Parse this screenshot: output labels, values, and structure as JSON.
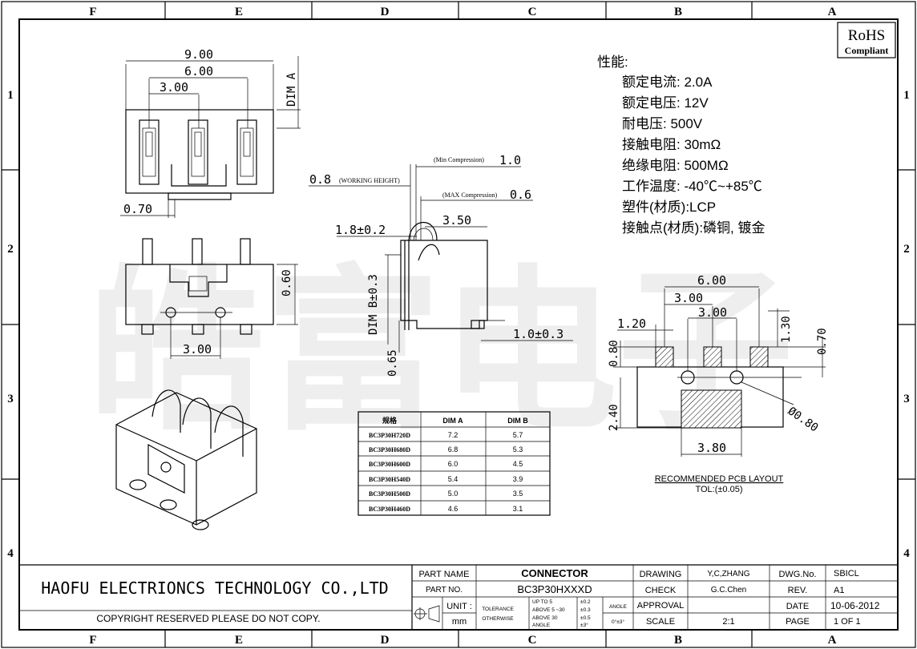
{
  "frame": {
    "columns_top": [
      "F",
      "E",
      "D",
      "C",
      "B",
      "A"
    ],
    "columns_bottom": [
      "F",
      "E",
      "D",
      "C",
      "B",
      "A"
    ],
    "rows_left": [
      "1",
      "2",
      "3",
      "4"
    ],
    "rows_right": [
      "1",
      "2",
      "3",
      "4"
    ]
  },
  "rohs": {
    "title": "RoHS",
    "subtitle": "Compliant"
  },
  "watermark": "皓富电子",
  "specs": {
    "title": "性能:",
    "items": [
      "额定电流: 2.0A",
      "额定电压: 12V",
      "耐电压: 500V",
      "接触电阻: 30mΩ",
      "绝缘电阻: 500MΩ",
      "工作温度: -40℃~+85℃",
      "塑件(材质):LCP",
      "接触点(材质):磷铜, 镀金"
    ]
  },
  "top_view": {
    "dim_900": "9.00",
    "dim_600": "6.00",
    "dim_300": "3.00",
    "dim_a": "DIM A",
    "dim_070": "0.70"
  },
  "front_view": {
    "dim_060": "0.60",
    "dim_300": "3.00"
  },
  "side_view": {
    "working_height_val": "0.8",
    "working_height_label": "(WORKING HEIGHT)",
    "min_comp_label": "(Min Compression)",
    "min_comp_val": "1.0",
    "max_comp_label": "(MAX Compression)",
    "max_comp_val": "0.6",
    "dim_18": "1.8±0.2",
    "dim_350": "3.50",
    "dim_b": "DIM B±0.3",
    "dim_065": "0.65",
    "dim_10": "1.0±0.3"
  },
  "table": {
    "headers": [
      "规格",
      "DIM A",
      "DIM B"
    ],
    "rows": [
      [
        "BC3P30H720D",
        "7.2",
        "5.7"
      ],
      [
        "BC3P30H680D",
        "6.8",
        "5.3"
      ],
      [
        "BC3P30H600D",
        "6.0",
        "4.5"
      ],
      [
        "BC3P30H540D",
        "5.4",
        "3.9"
      ],
      [
        "BC3P30H500D",
        "5.0",
        "3.5"
      ],
      [
        "BC3P30H460D",
        "4.6",
        "3.1"
      ]
    ]
  },
  "pcb": {
    "dim_600": "6.00",
    "dim_300a": "3.00",
    "dim_300b": "3.00",
    "dim_120": "1.20",
    "dim_130": "1.30",
    "dim_080": "0.80",
    "dim_070": "0.70",
    "dim_240": "2.40",
    "dim_phi": "Ø0.80",
    "dim_380": "3.80",
    "caption": "RECOMMENDED PCB LAYOUT",
    "tolerance": "TOL:(±0.05)"
  },
  "title_block": {
    "company": "HAOFU ELECTRIONCS TECHNOLOGY CO.,LTD",
    "copyright": "COPYRIGHT RESERVED PLEASE DO NOT COPY.",
    "part_name_label": "PART NAME",
    "part_name": "CONNECTOR",
    "part_no_label": "PART NO.",
    "part_no": "BC3P30HXXXD",
    "unit_label": "UNIT :",
    "unit": "mm",
    "tolerance_label": "TOLERANCE",
    "otherwise_label": "OTHERWISE",
    "tol_rows": [
      "UP TO 5",
      "ABOVE 5 ~30",
      "ABOVE 30"
    ],
    "tol_vals": [
      "±0.2",
      "±0.3",
      "±0.5"
    ],
    "angle_small": "ANGLE",
    "angle_small_val": "±3°",
    "angle_label": "ANGLE",
    "angle_val": "0°±3°",
    "drawing_label": "DRAWING",
    "drawing": "Y,C,ZHANG",
    "check_label": "CHECK",
    "check": "G.C.Chen",
    "approval_label": "APPROVAL",
    "scale_label": "SCALE",
    "scale": "2:1",
    "dwg_label": "DWG.No.",
    "dwg": "SBICL",
    "rev_label": "REV.",
    "rev": "A1",
    "date_label": "DATE",
    "date": "10-06-2012",
    "page_label": "PAGE",
    "page": "1 OF 1"
  }
}
